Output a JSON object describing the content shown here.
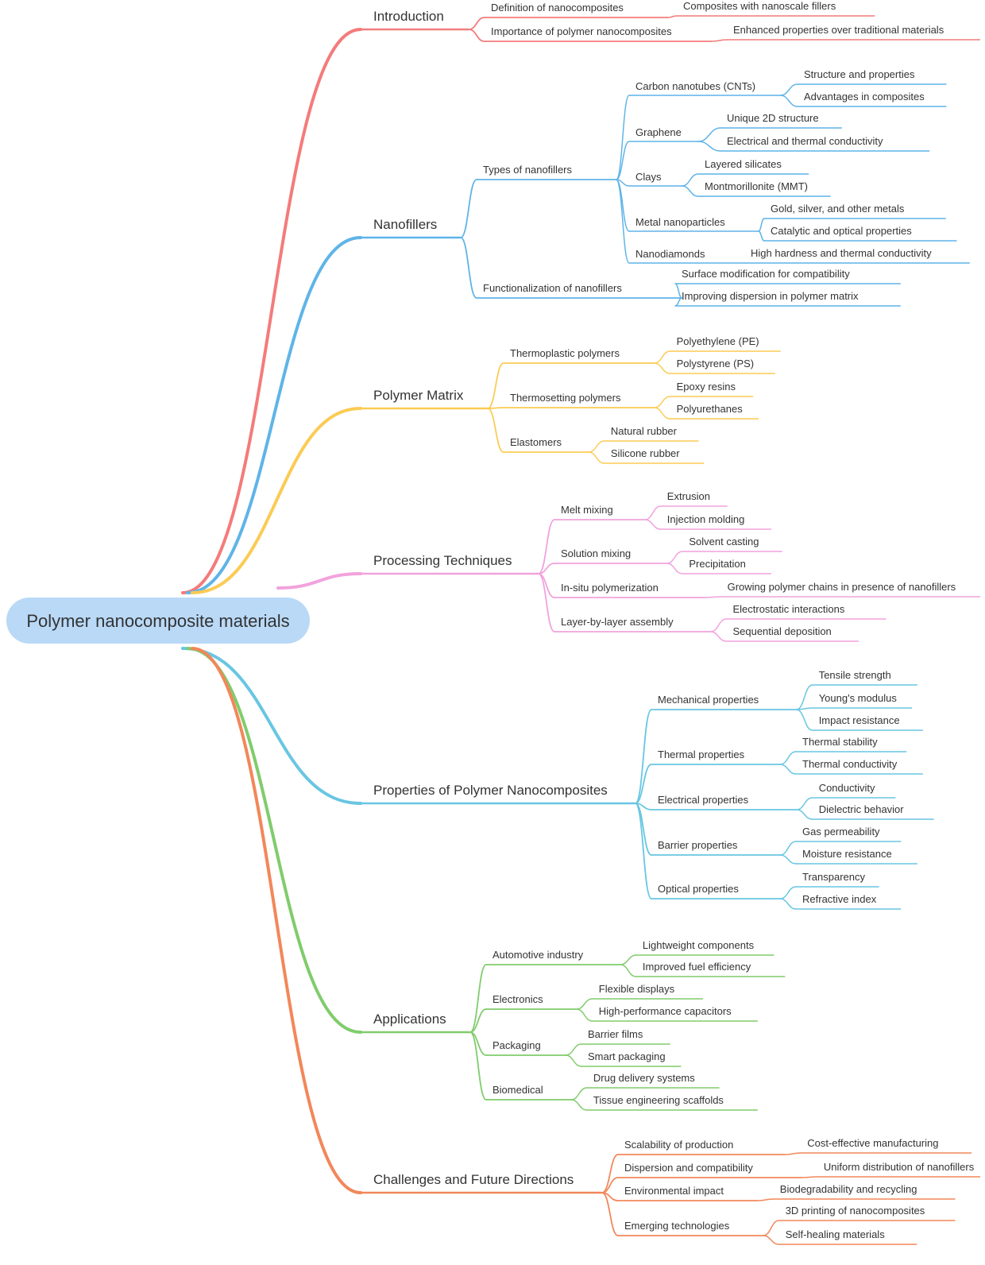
{
  "root": "Polymer nanocomposite materials",
  "colors": {
    "root_fill": "#b9d9f7",
    "text": "#333333",
    "branches": [
      "#f47b7b",
      "#5fb4e8",
      "#fbcb54",
      "#f2a2dd",
      "#68c6e2",
      "#80cc6c",
      "#f2875a"
    ]
  },
  "branches": [
    {
      "label": "Introduction",
      "children": [
        {
          "label": "Definition of nanocomposites",
          "children": [
            {
              "label": "Composites with nanoscale fillers"
            }
          ]
        },
        {
          "label": "Importance of polymer nanocomposites",
          "children": [
            {
              "label": "Enhanced properties over traditional materials"
            }
          ]
        }
      ]
    },
    {
      "label": "Nanofillers",
      "children": [
        {
          "label": "Types of nanofillers",
          "children": [
            {
              "label": "Carbon nanotubes (CNTs)",
              "children": [
                {
                  "label": "Structure and properties"
                },
                {
                  "label": "Advantages in composites"
                }
              ]
            },
            {
              "label": "Graphene",
              "children": [
                {
                  "label": "Unique 2D structure"
                },
                {
                  "label": "Electrical and thermal conductivity"
                }
              ]
            },
            {
              "label": "Clays",
              "children": [
                {
                  "label": "Layered silicates"
                },
                {
                  "label": "Montmorillonite (MMT)"
                }
              ]
            },
            {
              "label": "Metal nanoparticles",
              "children": [
                {
                  "label": "Gold, silver, and other metals"
                },
                {
                  "label": "Catalytic and optical properties"
                }
              ]
            },
            {
              "label": "Nanodiamonds",
              "children": [
                {
                  "label": "High hardness and thermal conductivity"
                }
              ]
            }
          ]
        },
        {
          "label": "Functionalization of nanofillers",
          "children": [
            {
              "label": "Surface modification for compatibility"
            },
            {
              "label": "Improving dispersion in polymer matrix"
            }
          ]
        }
      ]
    },
    {
      "label": "Polymer Matrix",
      "children": [
        {
          "label": "Thermoplastic polymers",
          "children": [
            {
              "label": "Polyethylene (PE)"
            },
            {
              "label": "Polystyrene (PS)"
            }
          ]
        },
        {
          "label": "Thermosetting polymers",
          "children": [
            {
              "label": "Epoxy resins"
            },
            {
              "label": "Polyurethanes"
            }
          ]
        },
        {
          "label": "Elastomers",
          "children": [
            {
              "label": "Natural rubber"
            },
            {
              "label": "Silicone rubber"
            }
          ]
        }
      ]
    },
    {
      "label": "Processing Techniques",
      "children": [
        {
          "label": "Melt mixing",
          "children": [
            {
              "label": "Extrusion"
            },
            {
              "label": "Injection molding"
            }
          ]
        },
        {
          "label": "Solution mixing",
          "children": [
            {
              "label": "Solvent casting"
            },
            {
              "label": "Precipitation"
            }
          ]
        },
        {
          "label": "In-situ polymerization",
          "children": [
            {
              "label": "Growing polymer chains in presence of nanofillers"
            }
          ]
        },
        {
          "label": "Layer-by-layer assembly",
          "children": [
            {
              "label": "Electrostatic interactions"
            },
            {
              "label": "Sequential deposition"
            }
          ]
        }
      ]
    },
    {
      "label": "Properties of Polymer Nanocomposites",
      "children": [
        {
          "label": "Mechanical properties",
          "children": [
            {
              "label": "Tensile strength"
            },
            {
              "label": "Young's modulus"
            },
            {
              "label": "Impact resistance"
            }
          ]
        },
        {
          "label": "Thermal properties",
          "children": [
            {
              "label": "Thermal stability"
            },
            {
              "label": "Thermal conductivity"
            }
          ]
        },
        {
          "label": "Electrical properties",
          "children": [
            {
              "label": "Conductivity"
            },
            {
              "label": "Dielectric behavior"
            }
          ]
        },
        {
          "label": "Barrier properties",
          "children": [
            {
              "label": "Gas permeability"
            },
            {
              "label": "Moisture resistance"
            }
          ]
        },
        {
          "label": "Optical properties",
          "children": [
            {
              "label": "Transparency"
            },
            {
              "label": "Refractive index"
            }
          ]
        }
      ]
    },
    {
      "label": "Applications",
      "children": [
        {
          "label": "Automotive industry",
          "children": [
            {
              "label": "Lightweight components"
            },
            {
              "label": "Improved fuel efficiency"
            }
          ]
        },
        {
          "label": "Electronics",
          "children": [
            {
              "label": "Flexible displays"
            },
            {
              "label": "High-performance capacitors"
            }
          ]
        },
        {
          "label": "Packaging",
          "children": [
            {
              "label": "Barrier films"
            },
            {
              "label": "Smart packaging"
            }
          ]
        },
        {
          "label": "Biomedical",
          "children": [
            {
              "label": "Drug delivery systems"
            },
            {
              "label": "Tissue engineering scaffolds"
            }
          ]
        }
      ]
    },
    {
      "label": "Challenges and Future Directions",
      "children": [
        {
          "label": "Scalability of production",
          "children": [
            {
              "label": "Cost-effective manufacturing"
            }
          ]
        },
        {
          "label": "Dispersion and compatibility",
          "children": [
            {
              "label": "Uniform distribution of nanofillers"
            }
          ]
        },
        {
          "label": "Environmental impact",
          "children": [
            {
              "label": "Biodegradability and recycling"
            }
          ]
        },
        {
          "label": "Emerging technologies",
          "children": [
            {
              "label": "3D printing of nanocomposites"
            },
            {
              "label": "Self-healing materials"
            }
          ]
        }
      ]
    }
  ]
}
